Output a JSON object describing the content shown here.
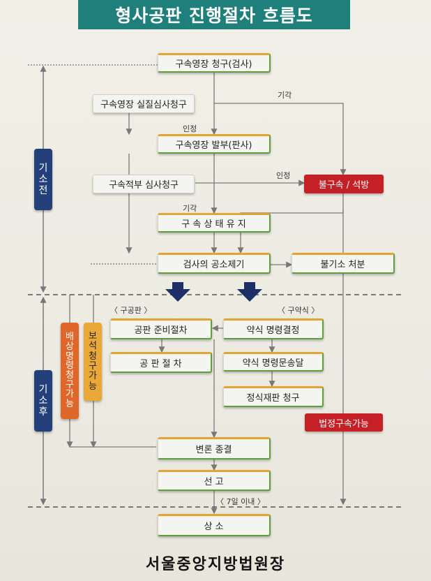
{
  "title": "형사공판 진행절차 흐름도",
  "footer": "서울중앙지방법원장",
  "boxes": {
    "warrant_request": "구속영장 청구(검사)",
    "review_request": "구속영장 실질심사청구",
    "warrant_issue": "구속영장 발부(판사)",
    "legality_review": "구속적부 심사청구",
    "non_detention": "불구속 / 석방",
    "detention_keep": "구 속 상 태 유 지",
    "indictment": "검사의 공소제기",
    "non_indictment": "불기소 처분",
    "pretrial": "공판 준비절차",
    "trial": "공 판 절 차",
    "summary_order": "약식 명령결정",
    "summary_send": "약식 명령문송달",
    "formal_trial": "정식재판 청구",
    "court_detention": "법정구속가능",
    "closing": "변론 종결",
    "sentence": "선 고",
    "appeal": "상 소"
  },
  "labels": {
    "rejected1": "기각",
    "approved1": "인정",
    "approved2": "인정",
    "rejected2": "기각",
    "public_trial": "〈 구공판 〉",
    "summary": "〈 구약식 〉",
    "within7": "〈 7일 이내 〉"
  },
  "side": {
    "before": [
      "기",
      "소",
      "전"
    ],
    "after": [
      "기",
      "소",
      "후"
    ],
    "compensation": [
      "배",
      "상",
      "명",
      "령",
      "청",
      "구",
      "가",
      "능"
    ],
    "bail": [
      "보",
      "석",
      "청",
      "구",
      "가",
      "능"
    ]
  }
}
